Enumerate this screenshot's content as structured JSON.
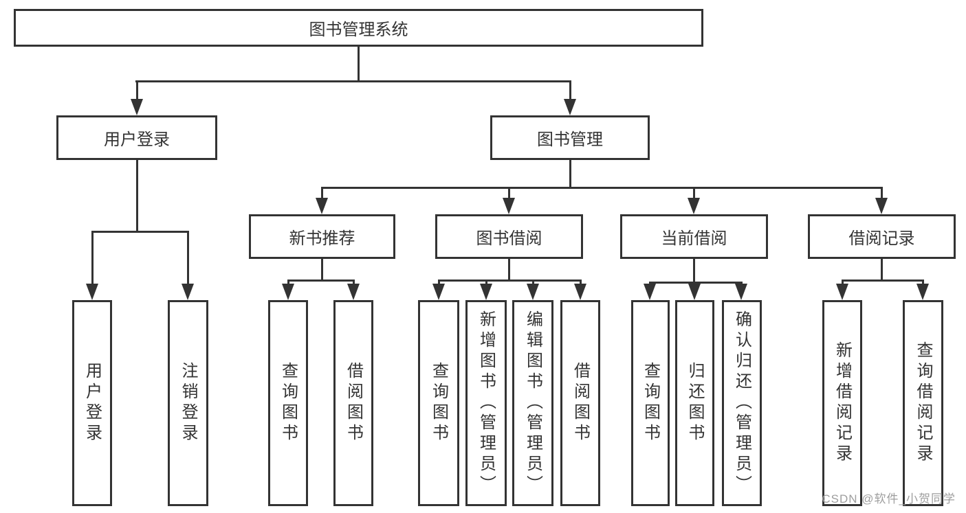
{
  "diagram": {
    "type": "tree",
    "root": {
      "label": "图书管理系统"
    },
    "user_login": {
      "label": "用户登录",
      "children": {
        "login": "用户登录",
        "logout": "注销登录"
      }
    },
    "book_mgmt": {
      "label": "图书管理",
      "new_book": {
        "label": "新书推荐",
        "children": {
          "query": "查询图书",
          "borrow": "借阅图书"
        }
      },
      "borrowing": {
        "label": "图书借阅",
        "children": {
          "query": "查询图书",
          "add": "新增图书（管理员）",
          "edit": "编辑图书（管理员）",
          "borrow": "借阅图书"
        }
      },
      "current": {
        "label": "当前借阅",
        "children": {
          "query": "查询图书",
          "return": "归还图书",
          "confirm": "确认归还（管理员）"
        }
      },
      "records": {
        "label": "借阅记录",
        "children": {
          "add": "新增借阅记录",
          "query": "查询借阅记录"
        }
      }
    }
  },
  "watermark": {
    "text": "CSDN @软件_小贺同学"
  },
  "colors": {
    "line": "#333333",
    "box_background": "#ffffff",
    "watermark": "#9e9e9e"
  }
}
